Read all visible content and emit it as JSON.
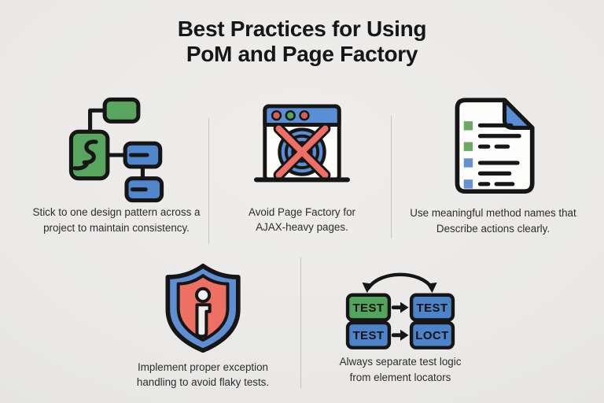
{
  "title": {
    "line1": "Best Practices for Using",
    "line2": "PoM and Page Factory"
  },
  "colors": {
    "background": "#e9e8e6",
    "ink": "#161616",
    "green": "#57a55e",
    "blue": "#4f86cc",
    "red": "#ed6f63",
    "panel_white": "#fdfdfc",
    "divider": "#c5c4c2"
  },
  "items": [
    {
      "name": "one-design-pattern",
      "icon": "flowchart-icon",
      "caption": "Stick to one design pattern across a project to maintain consistency.",
      "caption_lines": [
        "Stick to one design pattern across a",
        "project to maintain consistency."
      ]
    },
    {
      "name": "avoid-page-factory",
      "icon": "browser-crossed-icon",
      "caption": "Avoid Page Factory for AJAX-heavy pages.",
      "caption_lines": [
        "Avoid Page Factory for",
        "AJAX-heavy pages."
      ]
    },
    {
      "name": "meaningful-method-names",
      "icon": "document-checklist-icon",
      "caption": "Use meaningful method names that Describe actions clearly.",
      "caption_lines": [
        "Use meaningful method names that",
        "Describe actions clearly."
      ]
    },
    {
      "name": "exception-handling",
      "icon": "shield-warning-icon",
      "caption": "Implement proper exception handling to avoid flaky tests.",
      "caption_lines": [
        "Implement proper exception",
        "handling to avoid flaky tests."
      ]
    },
    {
      "name": "separate-test-logic",
      "icon": "test-locator-flow-icon",
      "caption": "Always separate test logic from element locators",
      "caption_lines": [
        "Always separate test logic",
        "from element locators"
      ],
      "box_labels": [
        "TEST",
        "TEST",
        "TEST",
        "LOCT"
      ]
    }
  ]
}
